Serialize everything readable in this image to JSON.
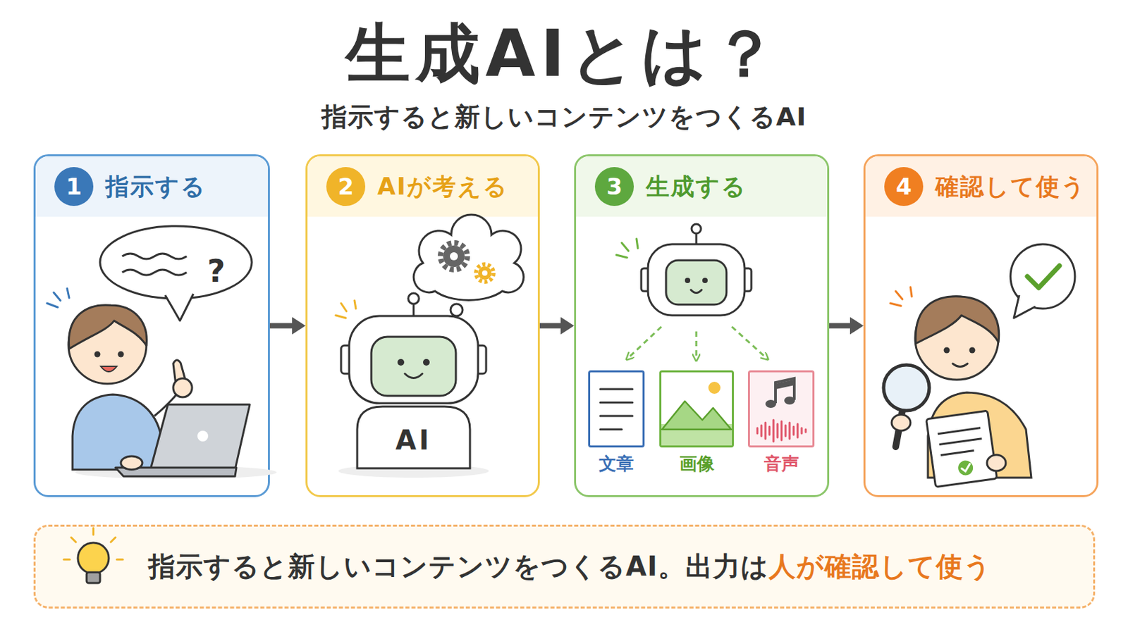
{
  "diagram": {
    "title": "生成AIとは？",
    "nodes": [
      {
        "text": [
          "1",
          "指示する"
        ]
      },
      {
        "text": [
          "2",
          "AIが考える"
        ]
      },
      {
        "text": [
          "3",
          "生成する"
        ]
      },
      {
        "text": [
          "文章"
        ],
        "in": 2
      },
      {
        "text": [
          "画像"
        ],
        "in": 2
      },
      {
        "text": [
          "音声"
        ],
        "in": 2
      },
      {
        "text": [
          "4",
          "確認して使う"
        ]
      },
      {
        "text": [
          "指示すると新しいコンテンツをつくるAI。出力は",
          "人が確認して使う"
        ]
      }
    ],
    "edges": [
      {
        "from": 0,
        "to": 1,
        "arrow": "to"
      },
      {
        "from": 1,
        "to": 2,
        "arrow": "to"
      },
      {
        "from": 2,
        "to": 6,
        "arrow": "to"
      }
    ],
    "labels": [
      "指示すると新しいコンテンツをつくるAI",
      "?",
      "AI"
    ]
  }
}
